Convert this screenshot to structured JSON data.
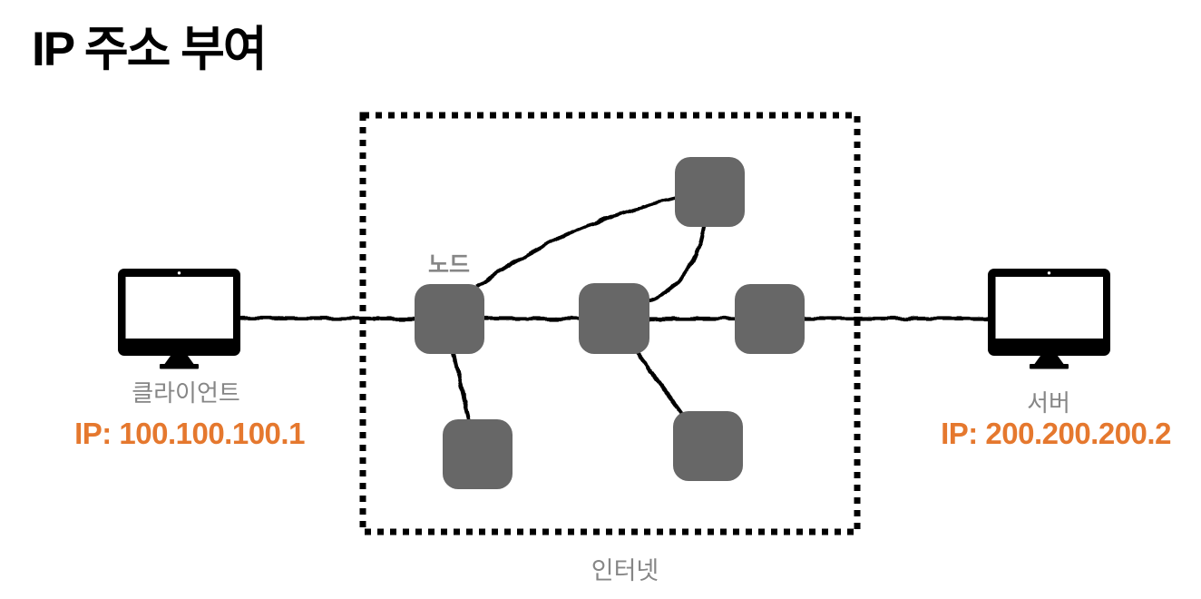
{
  "title": "IP 주소 부여",
  "client": {
    "name": "클라이언트",
    "ip_label": "IP: 100.100.100.1"
  },
  "server": {
    "name": "서버",
    "ip_label": "IP: 200.200.200.2"
  },
  "internet": {
    "boundary_label": "인터넷",
    "node_label": "노드",
    "node_count": 6,
    "node_ids": [
      "node-left",
      "node-middle",
      "node-right",
      "node-top",
      "node-bottom-left",
      "node-bottom-right"
    ]
  },
  "edges": [
    {
      "from": "client",
      "to": "server",
      "style": "straight-backbone-through-nodes"
    },
    {
      "from": "node-left",
      "to": "node-top",
      "style": "curved"
    },
    {
      "from": "node-top",
      "to": "node-middle",
      "style": "curved"
    },
    {
      "from": "node-left",
      "to": "node-bottom-left",
      "style": "straight"
    },
    {
      "from": "node-middle",
      "to": "node-bottom-right",
      "style": "straight"
    }
  ],
  "icons": [
    {
      "name": "client-computer-icon",
      "glyph": "desktop-monitor"
    },
    {
      "name": "server-computer-icon",
      "glyph": "desktop-monitor"
    },
    {
      "name": "network-node-icon",
      "glyph": "gray-rounded-square"
    }
  ],
  "colors": {
    "accent_orange": "#E5782E",
    "node_gray": "#676767",
    "label_gray": "#868686",
    "ink_black": "#000000",
    "background": "#FFFFFF"
  }
}
